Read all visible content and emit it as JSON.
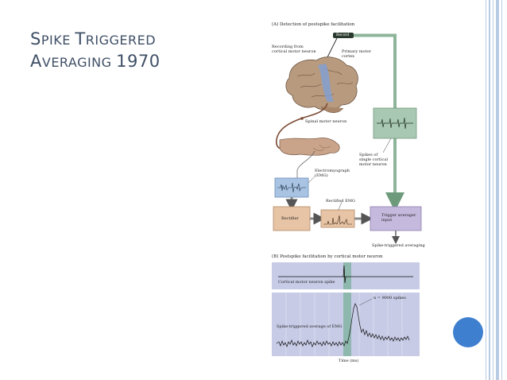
{
  "slide": {
    "title_line1_cap1": "S",
    "title_line1_rest1": "PIKE ",
    "title_line1_cap2": "T",
    "title_line1_rest2": "RIGGERED",
    "title_line2_cap1": "A",
    "title_line2_rest1": "VERAGING ",
    "title_line2_year": "1970"
  },
  "figure": {
    "panel_a_title": "(A) Detection of postspike facilitation",
    "record_label": "Record",
    "recording_from": "Recording from",
    "cortical_motor_neuron": "cortical motor neuron",
    "primary_motor": "Primary motor",
    "cortex": "cortex",
    "spinal_motor_neuron": "Spinal motor neuron",
    "spikes_of": "Spikes of",
    "single_cortical": "single cortical",
    "motor_neuron": "motor neuron",
    "electromyograph": "Electromyograph",
    "emg": "(EMG)",
    "rectified_emg": "Rectified EMG",
    "rectifier": "Rectifier",
    "trigger_averager": "Trigger averager",
    "input": "input",
    "spike_triggered_averaging": "Spike-triggered averaging",
    "panel_b_title": "(B) Postspike facilitation by cortical motor neuron",
    "cortical_motor_neuron_spike": "Cortical motor neuron spike",
    "n_spikes": "n = 9000 spikes",
    "spike_triggered_average_of_emg": "Spike-triggered average of EMG",
    "time_ms": "Time (ms)"
  },
  "colors": {
    "title": "#3f4f66",
    "border_lines": "#b9cbe3",
    "green_box": "#a9c8b3",
    "green_arrow": "#6e9a7c",
    "blue_box": "#a9c4e3",
    "tan_box": "#e7c4a5",
    "purple_box": "#c5b9dd",
    "graph_bg": "#c7cbe6",
    "highlight": "#7fb3a0",
    "accent_circle": "#3f7fcf"
  }
}
